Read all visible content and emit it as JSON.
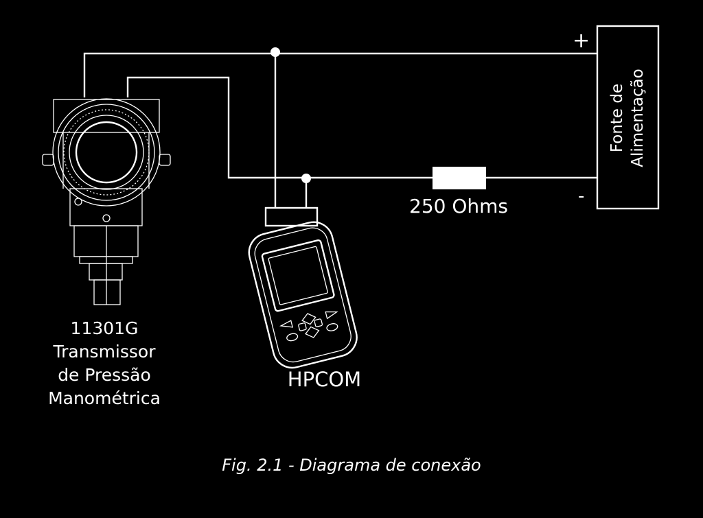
{
  "transmitter": {
    "line1": "11301G",
    "line2": "Transmissor",
    "line3": "de Pressão",
    "line4": "Manométrica"
  },
  "hpcom": {
    "label": "HPCOM"
  },
  "resistor": {
    "label": "250 Ohms"
  },
  "power_supply": {
    "line1": "Fonte de",
    "line2": "Alimentação",
    "plus": "+",
    "minus": "-"
  },
  "caption": "Fig. 2.1 - Diagrama de conexão"
}
